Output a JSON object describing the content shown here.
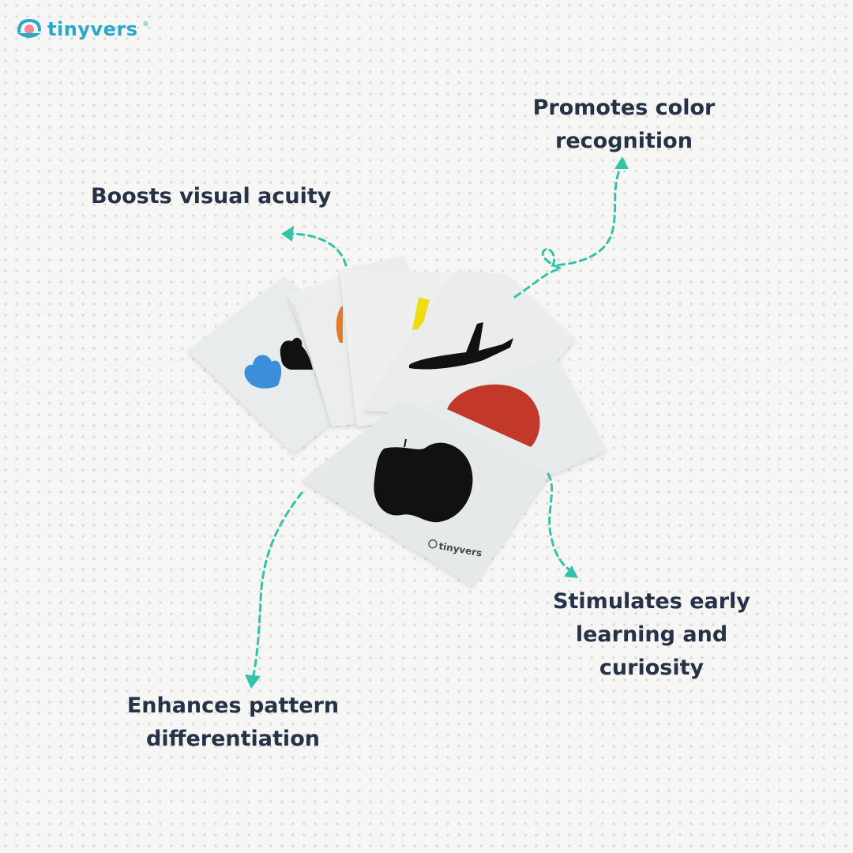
{
  "brand": {
    "name": "tinyvers",
    "registered": "®"
  },
  "features": {
    "visual_acuity": "Boosts visual acuity",
    "color_recognition_line1": "Promotes color",
    "color_recognition_line2": "recognition",
    "early_learning_line1": "Stimulates early",
    "early_learning_line2": "learning and",
    "early_learning_line3": "curiosity",
    "pattern_line1": "Enhances pattern",
    "pattern_line2": "differentiation"
  },
  "card_logo": "tinyvers",
  "colors": {
    "text": "#263247",
    "arrow": "#34c3a8",
    "brand": "#29a9c9",
    "card": "#e9ecec",
    "shape_blue": "#3b8fd8",
    "shape_orange": "#e27a2c",
    "shape_yellow": "#efdd14",
    "shape_red": "#c2392c",
    "shape_black": "#111111"
  },
  "icons": [
    "tinyvers-logo-icon",
    "arrow-icon"
  ]
}
